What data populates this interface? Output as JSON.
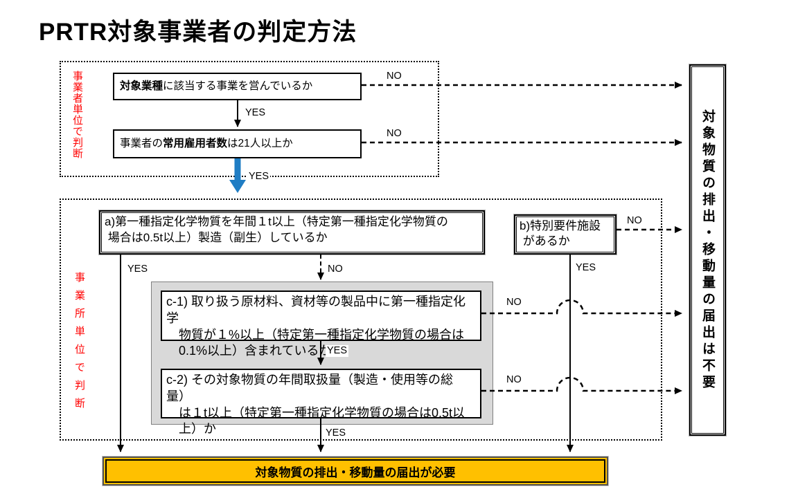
{
  "title": "PRTR対象事業者の判定方法",
  "edge": {
    "yes": "YES",
    "no": "NO"
  },
  "section_business": {
    "side_label": "事業者単位で判断",
    "q_industry_bold": "対象業種",
    "q_industry_rest": "に該当する事業を営んでいるか",
    "q_employees_pre": "事業者の",
    "q_employees_bold": "常用雇用者数",
    "q_employees_post": "は21人以上か"
  },
  "section_facility": {
    "side_label": "事業所単位で判断",
    "q_a": "a)第一種指定化学物質を年間１t以上（特定第一種指定化学物質の\n 場合は0.5t以上）製造（副生）しているか",
    "q_b": "b)特別要件施設\n があるか",
    "q_c1": "c-1) 取り扱う原材料、資材等の製品中に第一種指定化学\n　物質が１%以上（特定第一種指定化学物質の場合は\n　0.1%以上）含まれているか",
    "q_c2": "c-2) その対象物質の年間取扱量（製造・使用等の総量）\n　は１t以上（特定第一種指定化学物質の場合は0.5t以\n　上）か"
  },
  "outcome_not_required": "対象物質の排出・移動量の届出は不要",
  "outcome_required": "対象物質の排出・移動量の届出が必要",
  "colors": {
    "accent_blue": "#1F7DC4",
    "highlight_orange": "#FFC000",
    "annotation_red": "#FF0000",
    "panel_gray": "#D9D9D9"
  }
}
